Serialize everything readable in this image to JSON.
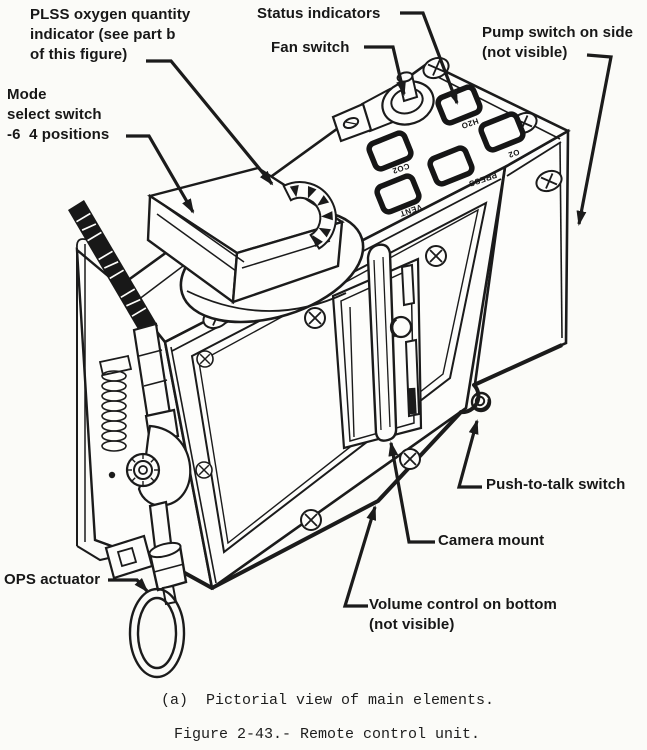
{
  "figure": {
    "captions": {
      "part": "(a)  Pictorial view of main elements.",
      "figure": "Figure 2-43.- Remote control unit."
    }
  },
  "callouts": {
    "plss": "PLSS oxygen quantity\nindicator (see part b\nof this figure)",
    "mode": "Mode\nselect switch\n-6  4 positions",
    "status": "Status indicators",
    "fan": "Fan switch",
    "pump": "Pump switch on side\n(not visible)",
    "ptt": "Push-to-talk switch",
    "camera": "Camera mount",
    "volume": "Volume control on bottom\n(not visible)",
    "ops": "OPS actuator"
  },
  "indicators": {
    "h2o": "H2O",
    "o2": "O2",
    "co2": "CO2",
    "press": "PRESS",
    "vent": "VENT"
  },
  "drawing_icons": [
    "mode-select-knob-icon",
    "mode-position-scale-icon",
    "fan-switch-icon",
    "status-indicator-window-icon",
    "screw-icon",
    "camera-mount-icon",
    "ops-actuator-assembly-icon",
    "pull-ring-icon",
    "push-to-talk-button-icon",
    "leader-arrow-icon"
  ],
  "colors": {
    "ink": "#1b1b1b",
    "paper": "#fbfbf8"
  }
}
